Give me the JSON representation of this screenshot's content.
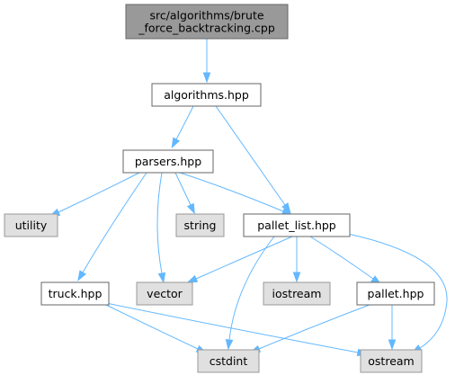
{
  "diagram": {
    "colors": {
      "edge": "#63b8ff",
      "main_fill": "#999999",
      "main_border": "#666666",
      "local_fill": "#ffffff",
      "local_border": "#666666",
      "system_fill": "#e0e0e0",
      "system_border": "#999999",
      "text": "#000000"
    },
    "nodes": [
      {
        "id": "brute_force_backtracking_cpp",
        "lines": [
          "src/algorithms/brute",
          "_force_backtracking.cpp"
        ],
        "kind": "main"
      },
      {
        "id": "algorithms_hpp",
        "lines": [
          "algorithms.hpp"
        ],
        "kind": "local"
      },
      {
        "id": "parsers_hpp",
        "lines": [
          "parsers.hpp"
        ],
        "kind": "local"
      },
      {
        "id": "utility",
        "lines": [
          "utility"
        ],
        "kind": "system"
      },
      {
        "id": "string",
        "lines": [
          "string"
        ],
        "kind": "system"
      },
      {
        "id": "pallet_list_hpp",
        "lines": [
          "pallet_list.hpp"
        ],
        "kind": "local"
      },
      {
        "id": "truck_hpp",
        "lines": [
          "truck.hpp"
        ],
        "kind": "local"
      },
      {
        "id": "vector",
        "lines": [
          "vector"
        ],
        "kind": "system"
      },
      {
        "id": "iostream",
        "lines": [
          "iostream"
        ],
        "kind": "system"
      },
      {
        "id": "pallet_hpp",
        "lines": [
          "pallet.hpp"
        ],
        "kind": "local"
      },
      {
        "id": "cstdint",
        "lines": [
          "cstdint"
        ],
        "kind": "system"
      },
      {
        "id": "ostream",
        "lines": [
          "ostream"
        ],
        "kind": "system"
      }
    ],
    "edges": [
      {
        "from": "brute_force_backtracking_cpp",
        "to": "algorithms_hpp"
      },
      {
        "from": "algorithms_hpp",
        "to": "parsers_hpp"
      },
      {
        "from": "algorithms_hpp",
        "to": "pallet_list_hpp"
      },
      {
        "from": "parsers_hpp",
        "to": "utility"
      },
      {
        "from": "parsers_hpp",
        "to": "string"
      },
      {
        "from": "parsers_hpp",
        "to": "pallet_list_hpp"
      },
      {
        "from": "parsers_hpp",
        "to": "truck_hpp"
      },
      {
        "from": "parsers_hpp",
        "to": "vector"
      },
      {
        "from": "pallet_list_hpp",
        "to": "vector"
      },
      {
        "from": "pallet_list_hpp",
        "to": "iostream"
      },
      {
        "from": "pallet_list_hpp",
        "to": "pallet_hpp"
      },
      {
        "from": "pallet_list_hpp",
        "to": "cstdint"
      },
      {
        "from": "pallet_list_hpp",
        "to": "ostream"
      },
      {
        "from": "truck_hpp",
        "to": "cstdint"
      },
      {
        "from": "truck_hpp",
        "to": "ostream"
      },
      {
        "from": "pallet_hpp",
        "to": "cstdint"
      },
      {
        "from": "pallet_hpp",
        "to": "ostream"
      }
    ]
  }
}
